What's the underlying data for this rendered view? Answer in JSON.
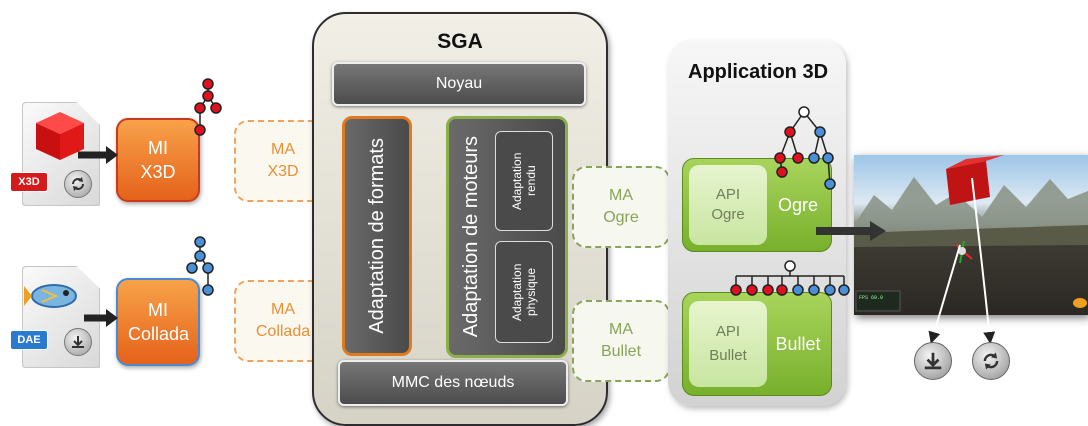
{
  "colors": {
    "orange": "#ea8f33",
    "green": "#8aa35a",
    "node_red": "#e01020",
    "node_blue": "#4a90d9"
  },
  "sga": {
    "title": "SGA",
    "noyau": "Noyau",
    "formats": "Adaptation de formats",
    "moteurs": "Adaptation de moteurs",
    "rendu": "Adaptation rendu",
    "physique": "Adaptation physique",
    "mmc": "MMC des nœuds"
  },
  "inputs": {
    "x3d": {
      "badge": "X3D",
      "mi": "MI X3D",
      "ma": "MA X3D"
    },
    "collada": {
      "badge": "DAE",
      "mi": "MI Collada",
      "ma": "MA Collada"
    }
  },
  "engines": {
    "ogre": {
      "ma": "MA Ogre",
      "api": "API Ogre",
      "label": "Ogre"
    },
    "bullet": {
      "ma": "MA Bullet",
      "api": "API Bullet",
      "label": "Bullet"
    }
  },
  "application": {
    "title": "Application 3D"
  },
  "icons": {
    "file": "document-icon",
    "cube": "red-cube-icon",
    "fish": "collada-fish-icon",
    "sync": "refresh-icon",
    "save": "save-icon",
    "tree": "scene-tree-icon",
    "arrow": "arrow-right-icon"
  }
}
